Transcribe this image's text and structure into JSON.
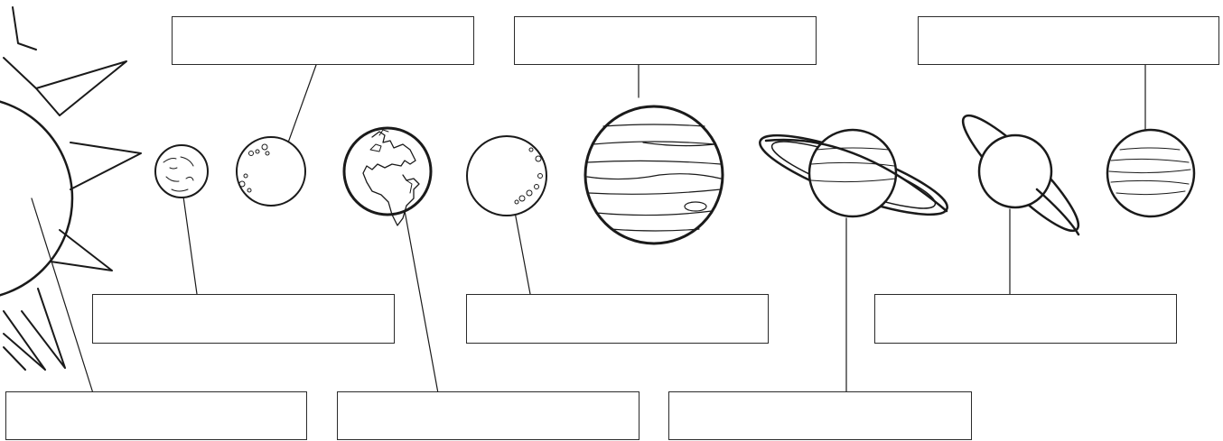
{
  "diagram": {
    "type": "solar-system-labeling-worksheet",
    "colors": {
      "line": "#1a1a1a",
      "background": "#ffffff"
    },
    "bodies": [
      {
        "id": "sun",
        "icon": "sun-icon"
      },
      {
        "id": "planet-1",
        "icon": "small-cratered-planet-icon"
      },
      {
        "id": "planet-2",
        "icon": "cratered-planet-icon"
      },
      {
        "id": "planet-3",
        "icon": "earth-globe-icon"
      },
      {
        "id": "planet-4",
        "icon": "cratered-planet-icon"
      },
      {
        "id": "planet-5",
        "icon": "banded-gas-giant-icon"
      },
      {
        "id": "planet-6",
        "icon": "ringed-planet-icon"
      },
      {
        "id": "planet-7",
        "icon": "tilted-ring-planet-icon"
      },
      {
        "id": "planet-8",
        "icon": "banded-planet-icon"
      }
    ],
    "label_boxes": [
      {
        "id": "box-planet-2",
        "text": ""
      },
      {
        "id": "box-planet-5",
        "text": ""
      },
      {
        "id": "box-planet-8",
        "text": ""
      },
      {
        "id": "box-planet-1",
        "text": ""
      },
      {
        "id": "box-planet-4",
        "text": ""
      },
      {
        "id": "box-planet-7",
        "text": ""
      },
      {
        "id": "box-sun",
        "text": ""
      },
      {
        "id": "box-planet-3",
        "text": ""
      },
      {
        "id": "box-planet-6",
        "text": ""
      }
    ]
  }
}
